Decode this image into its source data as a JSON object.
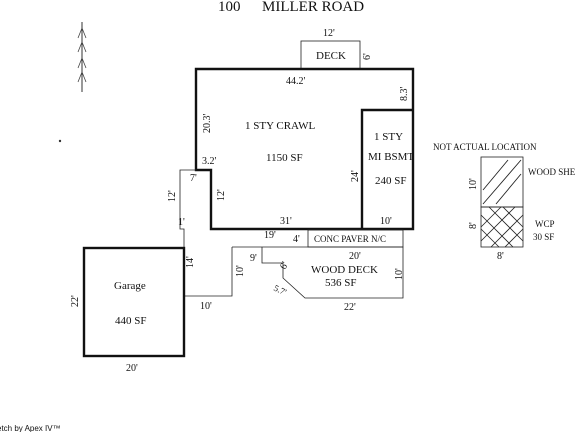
{
  "title": {
    "number": "100",
    "street": "MILLER ROAD"
  },
  "credit": "etch by Apex IV™",
  "not_actual": "NOT ACTUAL LOCATION",
  "rooms": {
    "main": {
      "name": "1 STY CRAWL",
      "area": "1150 SF"
    },
    "bsmt": {
      "line1": "1 STY",
      "line2": "MI BSMT",
      "area": "240 SF"
    },
    "deck": {
      "name": "DECK"
    },
    "wood_deck": {
      "name": "WOOD DECK",
      "area": "536 SF"
    },
    "garage": {
      "name": "Garage",
      "area": "440 SF"
    },
    "paver": {
      "name": "CONC PAVER N/C"
    },
    "wood_shed": {
      "name": "WOOD SHE"
    },
    "wcp": {
      "name": "WCP",
      "area": "30 SF"
    }
  },
  "dims": {
    "deck_top": "12'",
    "deck_side": "6'",
    "main_top": "44.2'",
    "right_upper": "8.3'",
    "left_upper": "20.3'",
    "step_32": "3.2'",
    "step_7": "7'",
    "inner_12": "12'",
    "main_bottom": "31'",
    "bsmt_side": "24'",
    "bsmt_bottom": "10'",
    "outer_12": "12'",
    "short_1": "1'",
    "paver_left": "19'",
    "paver_height": "4'",
    "wd_top": "20'",
    "wd_right": "10'",
    "wd_9": "9'",
    "wd_6": "6'",
    "wd_10": "10'",
    "wd_diag": "5.7'",
    "wd_bottom": "22'",
    "garage_14": "14'",
    "connector_10": "10'",
    "garage_height": "22'",
    "garage_width": "20'",
    "shed_height": "10'",
    "wcp_height": "8'",
    "shed_width": "8'"
  },
  "colors": {
    "line": "#111111",
    "background": "#ffffff"
  }
}
